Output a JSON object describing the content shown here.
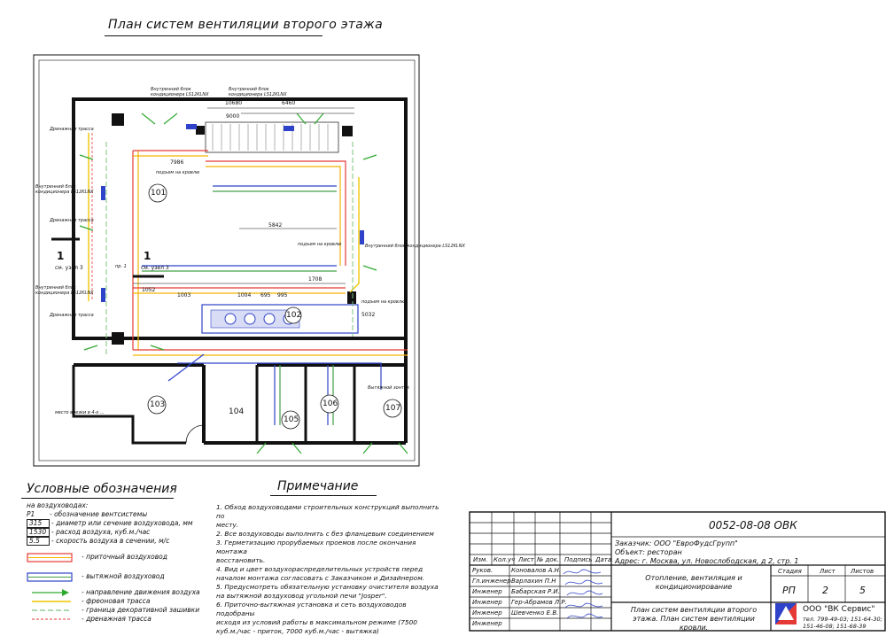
{
  "title": "План систем вентиляции второго этажа",
  "rooms": [
    "101",
    "102",
    "103",
    "104",
    "105",
    "106",
    "107"
  ],
  "plan_labels": {
    "dim_10680": "10680",
    "dim_6460": "6460",
    "dim_9000": "9000",
    "dim_5842": "5842",
    "dim_1708": "1708",
    "dim_1052": "1052",
    "dim_1003": "1003",
    "dim_1004": "1004",
    "dim_695": "695",
    "dim_995": "995",
    "dim_7986": "7986",
    "dim_5032": "5032",
    "section_1": "1",
    "section_ref": "см. узел 3",
    "unit_inner_1": "Внутренний блок",
    "unit_inner_2": "кондиционера LS12KLNX",
    "drain_1": "Дренажная трасса",
    "inner_label_right": "Внутренний блок кондиционера LS12KLNX",
    "ceiling_note": "подъем на кровлю",
    "exhaust_umbrella": "Вытяжной зонтик",
    "fan_note": "место врезки в 4-х ...",
    "ff": "пр. 1"
  },
  "legend": {
    "title": "Условные обозначения",
    "header": "на воздуховодах:",
    "rows": [
      {
        "code": "P1",
        "desc": "- обозначение вентсистемы"
      },
      {
        "code": "315",
        "desc": "- диаметр или сечение воздуховода, мм"
      },
      {
        "code": "1530",
        "desc": "- расход воздуха, куб.м./час"
      },
      {
        "code": "5.5",
        "desc": "- скорость воздуха в сечении, м/с"
      }
    ],
    "lines": [
      {
        "desc": "- приточный воздуховод"
      },
      {
        "desc": "- вытяжной воздуховод"
      },
      {
        "desc": "- направление движения воздуха"
      },
      {
        "desc": "- фреоновая трасса"
      },
      {
        "desc": "- граница декоративной зашивки"
      },
      {
        "desc": "- дренажная трасса"
      }
    ],
    "colors": {
      "supply": "#e53935",
      "supply_inner": "#f4b400",
      "exhaust": "#2e43c9",
      "exhaust_inner": "#43a047",
      "freon": "#f2c400",
      "arrow": "#2faa2f",
      "decor": "#7cc37c",
      "drain": "#e53935"
    }
  },
  "notes": {
    "title": "Примечание",
    "items": [
      "1. Обход воздуховодами строительных конструкций выполнить по",
      "месту.",
      "2. Все  воздуховоды выполнить с без фланцевым соединением",
      "3. Герметизацию прорубаемых проемов после окончания монтажа",
      "восстановить.",
      "4. Вид и цвет воздухораспределительных устройств перед",
      "началом монтажа согласовать с Заказчиком и Дизайнером.",
      "5. Предусмотреть обязательную установку очистителя воздуха",
      "на вытяжной воздуховод угольной печи \"Josper\".",
      "6. Приточно-вытяжная установка и сеть воздуховодов подобраны",
      "исходя из условий работы в максимальном режиме (7500",
      "куб.м./час -  приток, 7000 куб.м./час - вытяжка)"
    ]
  },
  "stamp": {
    "code": "0052-08-08 ОВК",
    "customer": "Заказчик: ООО \"ЕвроФудсГрупп\"",
    "object": "Объект: ресторан",
    "address": "Адрес: г. Москва, ул. Новослободская,  д 2, стр. 1",
    "headers": [
      "Изм.",
      "Кол.уч",
      "Лист",
      "№ док.",
      "Подпись",
      "Дата"
    ],
    "people": [
      {
        "role": "Руков.",
        "name": "Коновалов А.Н."
      },
      {
        "role": "Гл.инженер",
        "name": "Варлахин П.Н"
      },
      {
        "role": "Инженер",
        "name": "Бабарская Р.И."
      },
      {
        "role": "Инженер",
        "name": "Гер-Абрамов Л.Р."
      },
      {
        "role": "Инженер",
        "name": "Шевченко Е.В."
      },
      {
        "role": "Инженер",
        "name": ""
      }
    ],
    "section": "Отопление, вентиляция и кондиционирование",
    "sheet_title": "План систем вентиляции второго этажа. План систем вентиляции кровли.",
    "stage_label": "Стадия",
    "sheet_label": "Лист",
    "sheets_label": "Листов",
    "stage": "РП",
    "sheet": "2",
    "sheets": "5",
    "company": "ООО \"ВК Сервис\"",
    "phone_1": "тел. 799-49-03; 151-64-30;",
    "phone_2": "151-46-08; 151-68-39"
  }
}
